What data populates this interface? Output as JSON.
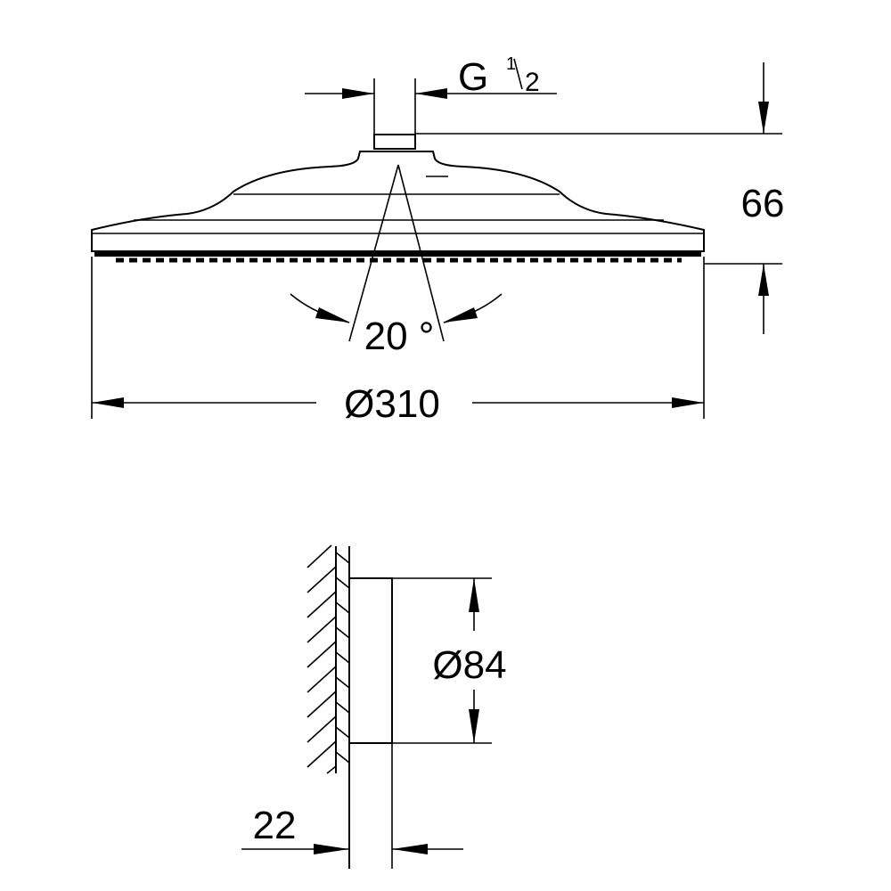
{
  "drawing": {
    "shower_head": {
      "thread_label": "G",
      "thread_fraction_num": "1",
      "thread_fraction_den": "2",
      "height_label": "66",
      "angle_label": "20 °",
      "diameter_label": "Ø310"
    },
    "wall_flange": {
      "diameter_label": "Ø84",
      "depth_label": "22"
    }
  }
}
